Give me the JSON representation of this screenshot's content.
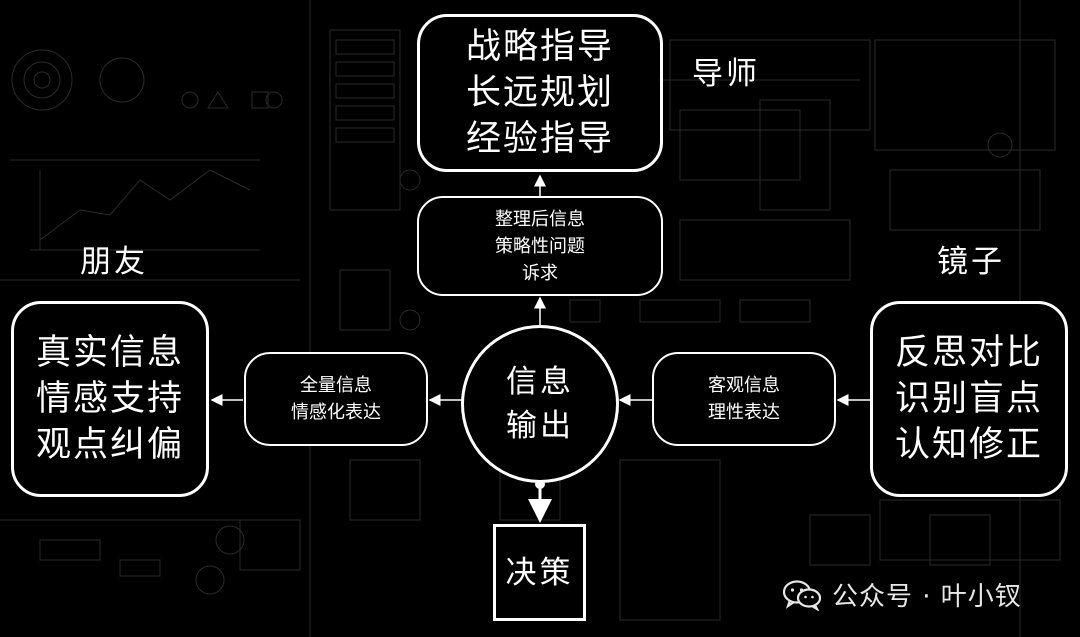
{
  "nodes": {
    "mentor_box": [
      "战略指导",
      "长远规划",
      "经验指导"
    ],
    "friend_box": [
      "真实信息",
      "情感支持",
      "观点纠偏"
    ],
    "mirror_box": [
      "反思对比",
      "识别盲点",
      "认知修正"
    ],
    "mentor_link": [
      "整理后信息",
      "策略性问题",
      "诉求"
    ],
    "friend_link": [
      "全量信息",
      "情感化表达"
    ],
    "mirror_link": [
      "客观信息",
      "理性表达"
    ],
    "center": [
      "信息",
      "输出"
    ],
    "decision": "决策"
  },
  "labels": {
    "mentor": "导师",
    "friend": "朋友",
    "mirror": "镜子"
  },
  "watermark": {
    "text": "公众号 · 叶小钗",
    "icon": "wechat-icon"
  },
  "colors": {
    "background": "#000000",
    "stroke": "#ffffff",
    "faint_background_lines": "#2a2a2a"
  }
}
